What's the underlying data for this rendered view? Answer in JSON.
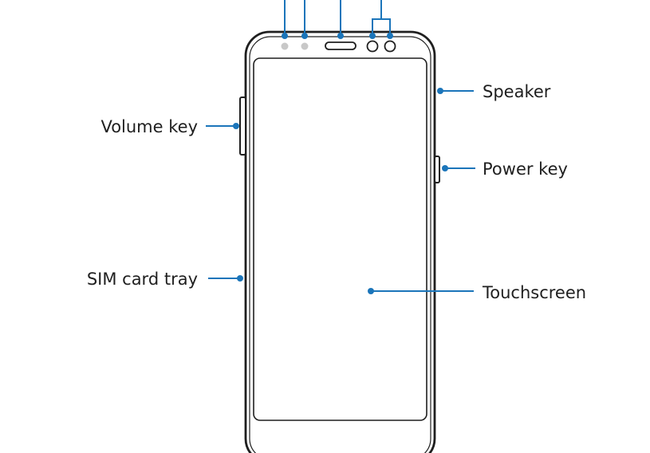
{
  "labels": {
    "speaker": "Speaker",
    "volume_key": "Volume key",
    "power_key": "Power key",
    "sim_card_tray": "SIM card tray",
    "touchscreen": "Touchscreen"
  },
  "colors": {
    "leader_line": "#1b75ba",
    "outline": "#1f1f1f",
    "sensor": "#c8c8c8",
    "background": "#ffffff"
  }
}
